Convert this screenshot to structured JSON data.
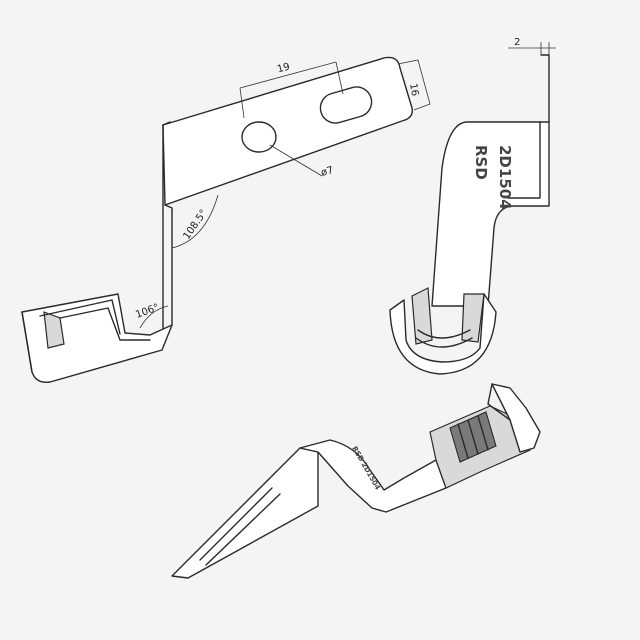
{
  "dimensions": {
    "hole_spacing": "19",
    "width": "16",
    "hole_diameter": "ø7",
    "bend_angle_upper": "108.5°",
    "bend_angle_lower": "106°",
    "thickness": "2"
  },
  "embossing": {
    "brand": "RSD",
    "part_number": "2D1504",
    "small_marking": "RSD 2D1504"
  },
  "colors": {
    "line": "#2a2a2a",
    "background": "#f4f4f4",
    "shade": "#d9d9d9"
  }
}
